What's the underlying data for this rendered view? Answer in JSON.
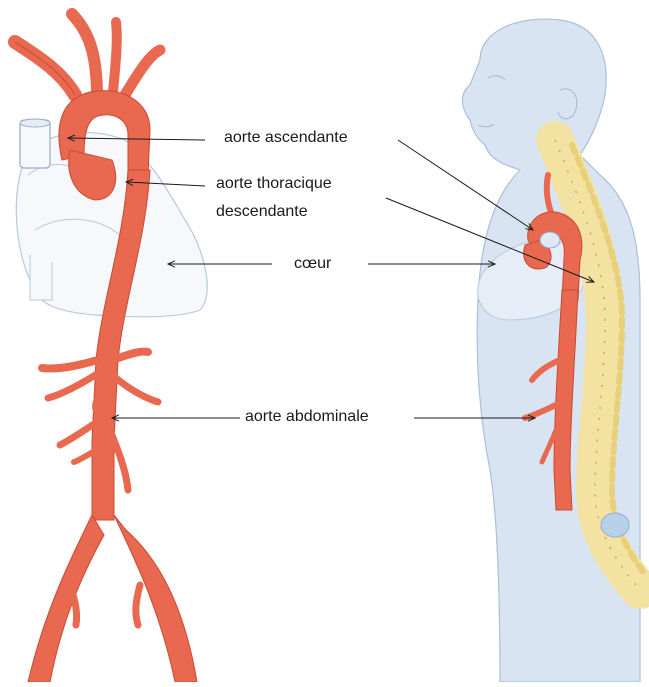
{
  "labels": {
    "ascending_aorta": "aorte ascendante",
    "thoracic_aorta_line1": "aorte thoracique",
    "thoracic_aorta_line2": "descendante",
    "heart": "cœur",
    "abdominal_aorta": "aorte abdominale"
  },
  "colors": {
    "aorta": "#e8694f",
    "aorta_dark": "#c84a34",
    "body": "#d9e4f2",
    "body_outline": "#a9bfdc",
    "heart_outline": "#b8c8de",
    "spine": "#f3e2a2",
    "spine_outline": "#c9a94e",
    "arrow": "#1a1a1a"
  }
}
